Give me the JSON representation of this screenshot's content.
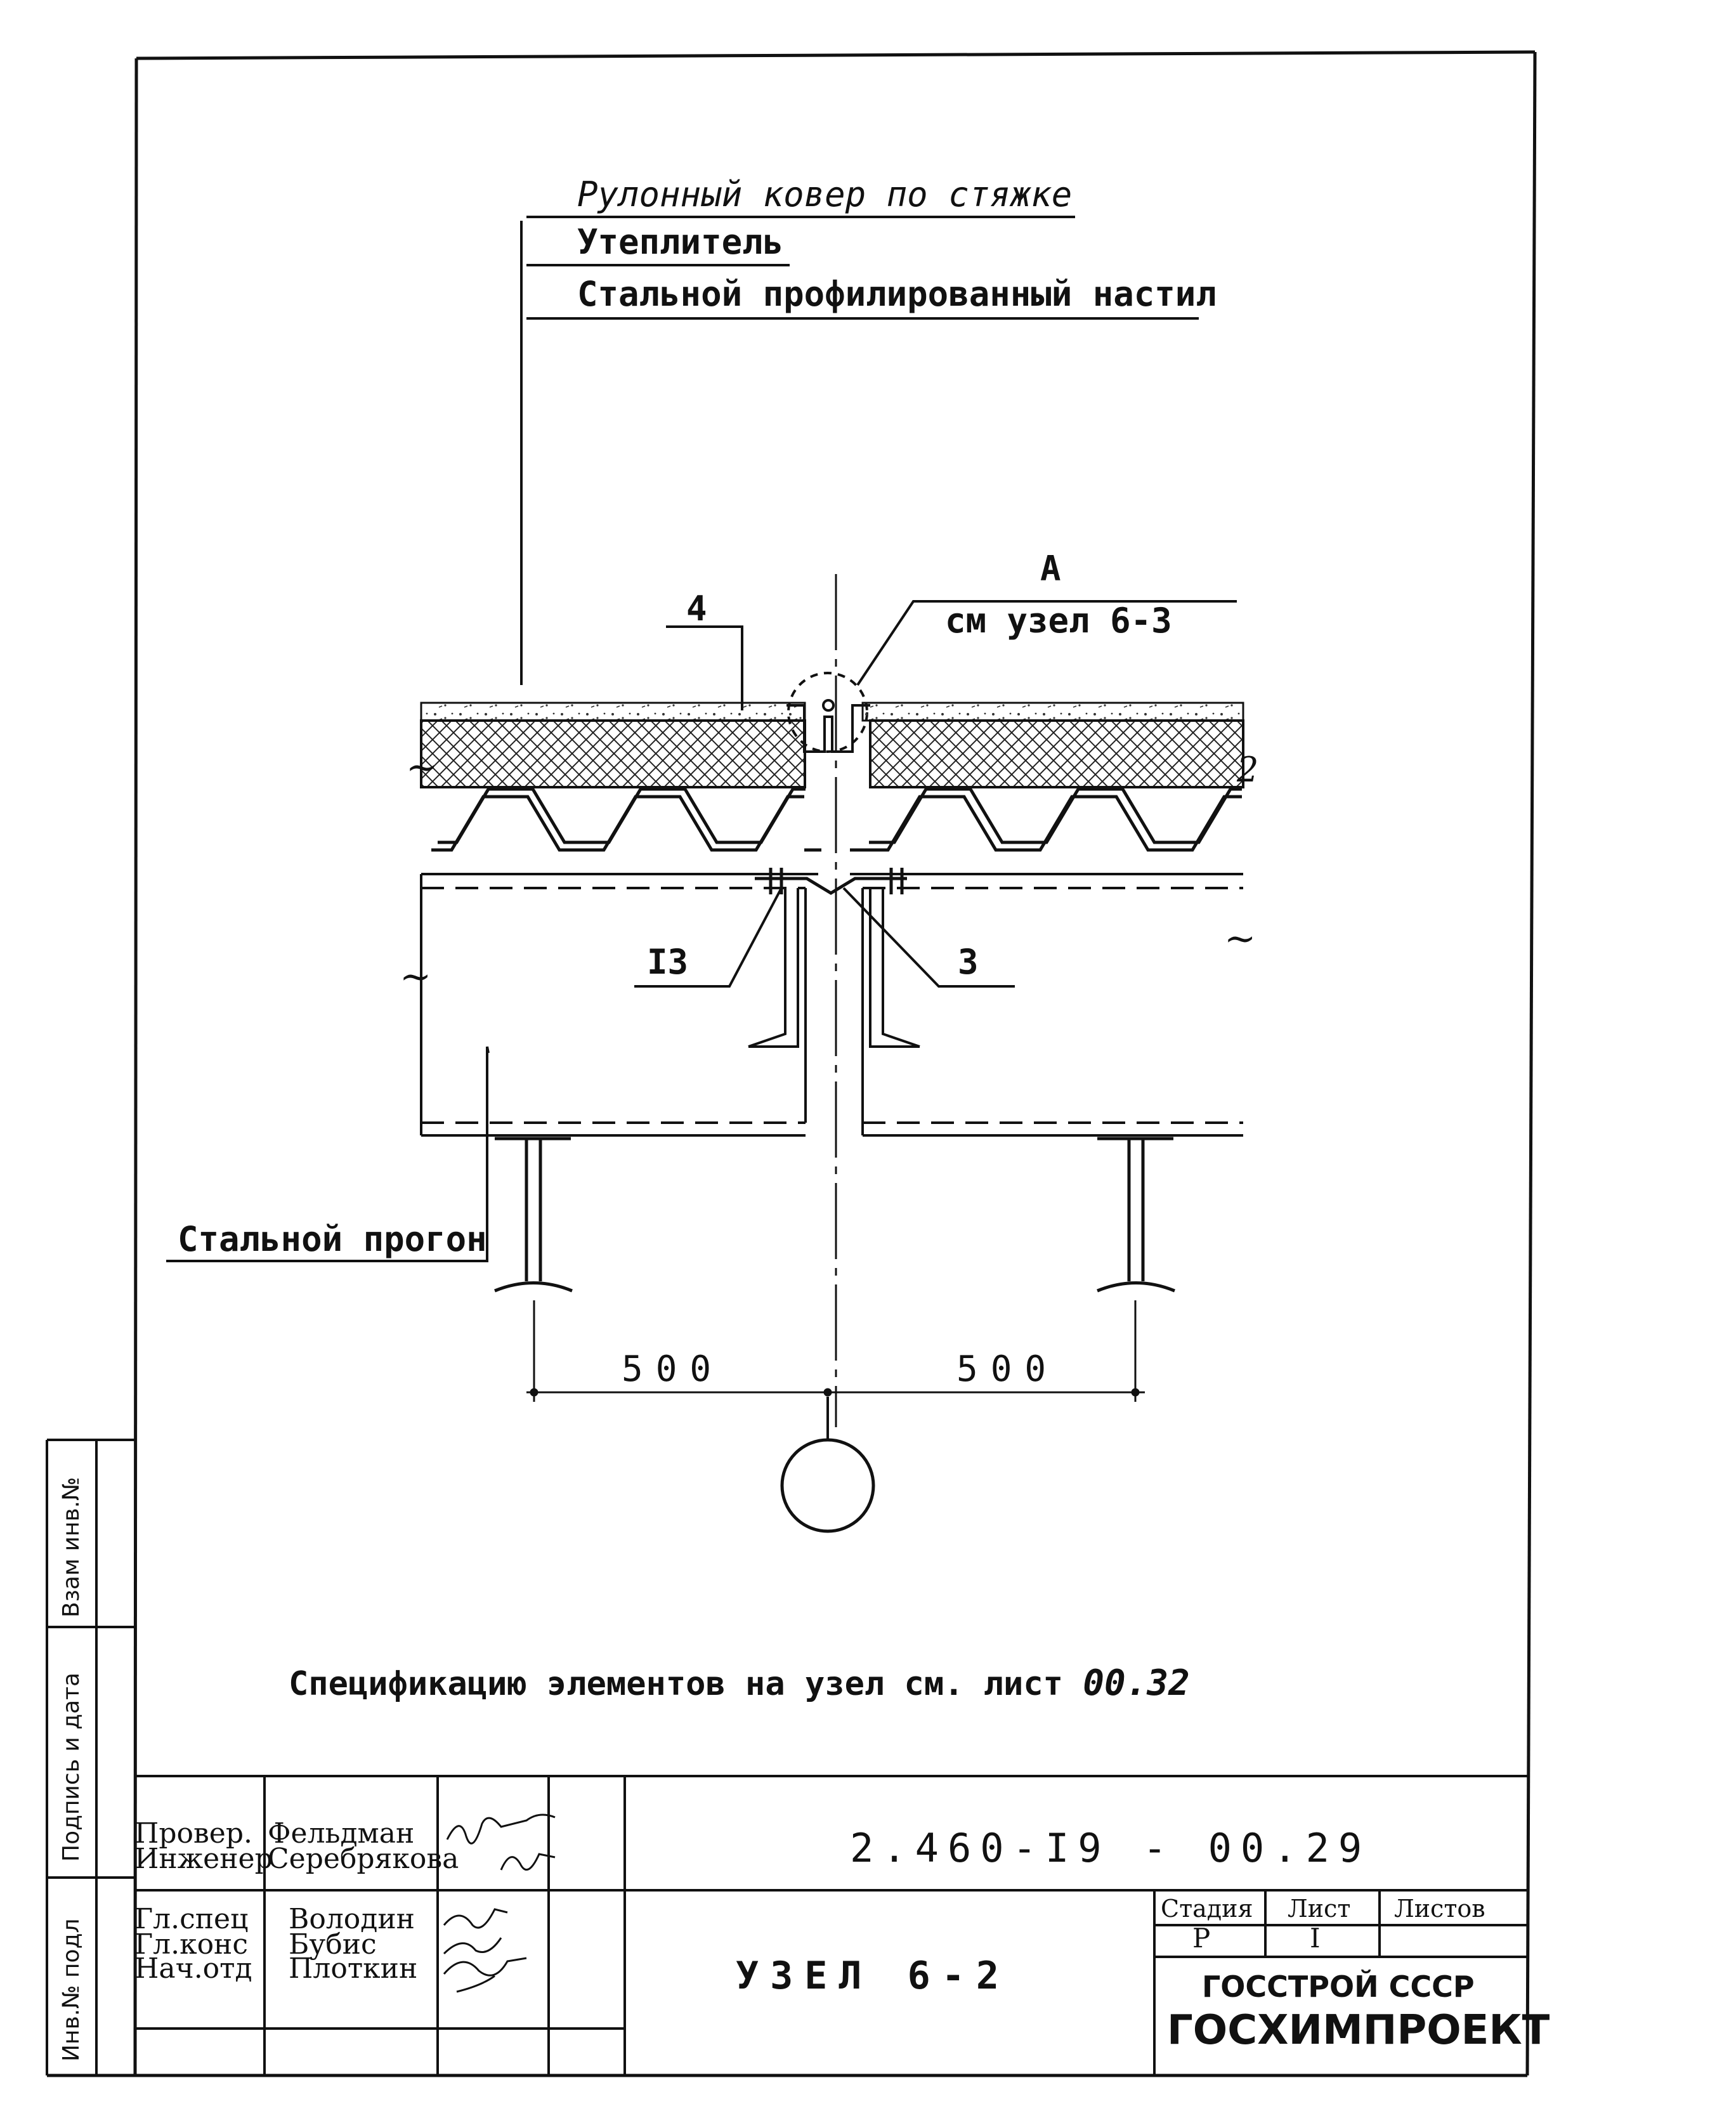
{
  "legend": {
    "layer_1": "Рулонный ковер по стяжке",
    "layer_2": "Утеплитель",
    "layer_3": "Стальной профилированный настил"
  },
  "callouts": {
    "detail_letter": "А",
    "detail_ref": "см узел  6-3",
    "pos_4": "4",
    "pos_13": "I3",
    "pos_3": "3",
    "purlin": "Стальной прогон"
  },
  "dimensions": {
    "left": "500",
    "right": "500"
  },
  "note": {
    "text": "Спецификацию элементов на узел см. лист",
    "sheet_ref": "00.32"
  },
  "side_stamp": {
    "top": "Взам инв.№",
    "middle": "Подпись и дата",
    "bottom": "Инв.№ подл"
  },
  "title_block": {
    "doc_code": "2.460-I9  -  00.29",
    "drawing_title": "УЗЕЛ  6-2",
    "stage_header": "Стадия",
    "sheet_header": "Лист",
    "sheets_header": "Листов",
    "stage_value": "Р",
    "sheet_value": "I",
    "sheets_value": "",
    "org_line_1": "ГОССТРОЙ СССР",
    "org_line_2": "ГОСХИМПРОЕКТ",
    "signatures": [
      {
        "role": "Провер.",
        "name": "Фельдман"
      },
      {
        "role": "Инженер",
        "name": "Серебрякова"
      },
      {
        "role": "Гл.спец",
        "name": "Володин"
      },
      {
        "role": "Гл.конс",
        "name": "Бубис"
      },
      {
        "role": "Нач.отд",
        "name": "Плоткин"
      }
    ]
  }
}
